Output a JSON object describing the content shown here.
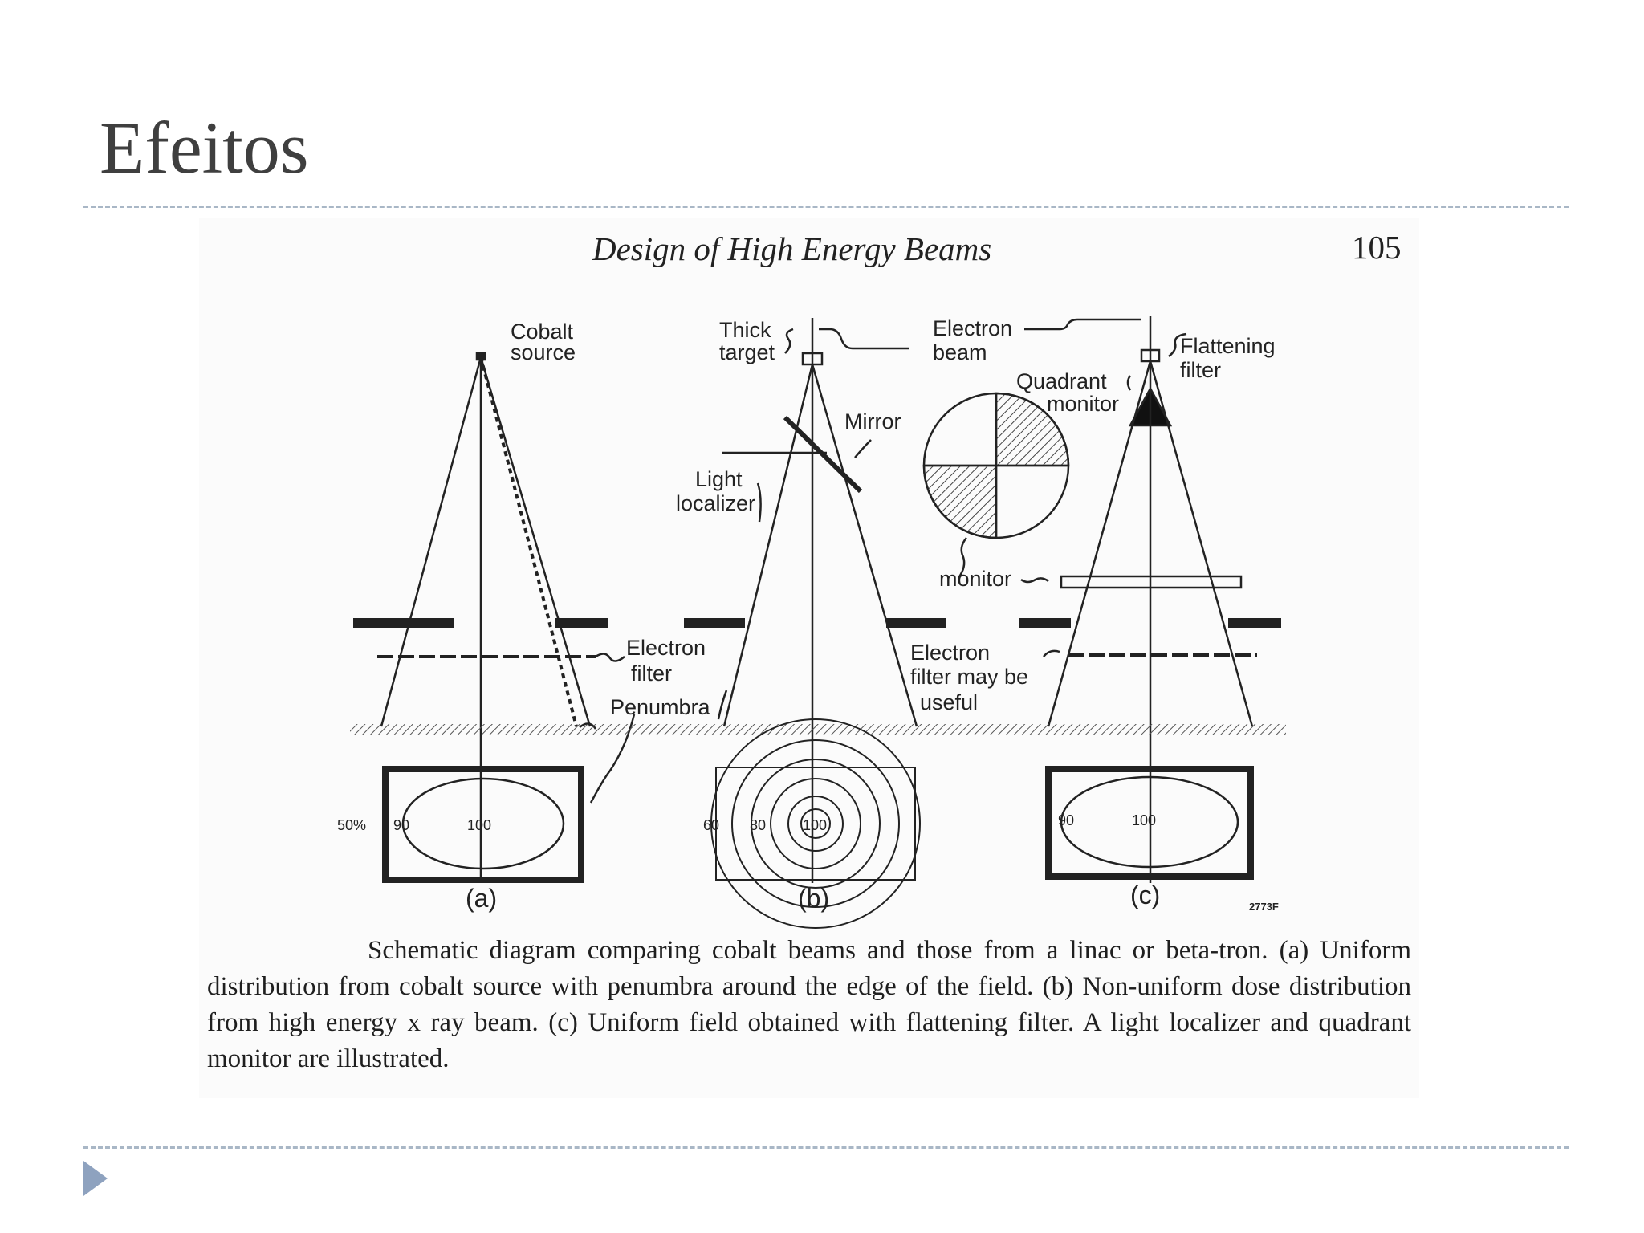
{
  "slide": {
    "title": "Efeitos"
  },
  "book": {
    "header": "Design of High Energy Beams",
    "page_number": "105",
    "caption": "Schematic diagram comparing cobalt beams and those from a linac or beta-tron. (a) Uniform distribution from cobalt source with penumbra around the edge of the field. (b) Non-uniform dose distribution from high energy x ray beam. (c) Uniform field obtained with flattening filter. A light localizer and quadrant monitor are illustrated."
  },
  "figure": {
    "labels": {
      "cobalt": "Cobalt",
      "source": "source",
      "thick": "Thick",
      "target": "target",
      "electron": "Electron",
      "beam": "beam",
      "flattening": "Flattening",
      "filter": "filter",
      "quadrant": "Quadrant",
      "monitor": "monitor",
      "mirror": "Mirror",
      "light": "Light",
      "localizer": "localizer",
      "monitor2": "monitor",
      "electron_a": "Electron",
      "filter_a": "filter",
      "penumbra": "Penumbra",
      "electron_b": "Electron",
      "filter_may_be": "filter may be",
      "useful": "useful"
    },
    "panel_a": {
      "pct50": "50%",
      "v90": "90",
      "v100": "100",
      "label": "(a)"
    },
    "panel_b": {
      "v60": "60",
      "v80": "80",
      "v100": "100",
      "label": "(b)"
    },
    "panel_c": {
      "v90": "90",
      "v100": "100",
      "label": "(c)"
    },
    "code": "2773F"
  }
}
